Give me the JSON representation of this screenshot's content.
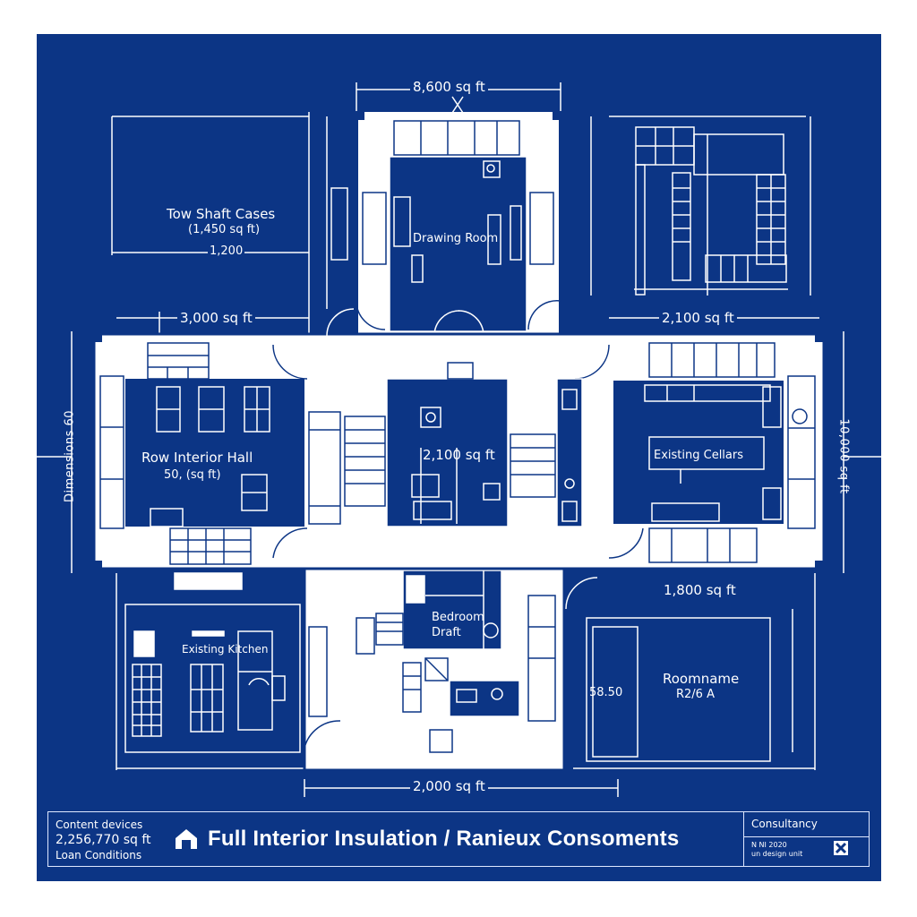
{
  "sheet": {
    "background_color": "#0c3585",
    "line_color": "#ffffff",
    "paper_color": "#ffffff"
  },
  "dimensions": {
    "top_overall": "8,600 sq ft",
    "top_left_room_span": "1,200",
    "left_wing_width": "3,000 sq ft",
    "right_wing_width": "2,100 sq ft",
    "lower_right_width": "1,800 sq ft",
    "bottom_overall": "2,000 sq ft",
    "left_vertical": "Dimensions 60",
    "right_vertical": "10,000 sq ft",
    "lower_right_side": "58.50"
  },
  "rooms": {
    "top_left": {
      "name": "Tow Shaft Cases",
      "area": "(1,450 sq ft)"
    },
    "top_center": {
      "name": "Drawing Room"
    },
    "left": {
      "name": "Row Interior Hall",
      "area": "50, (sq ft)"
    },
    "center": {
      "name": "2,100 sq ft"
    },
    "right": {
      "name": "Existing Cellars"
    },
    "lower_center": {
      "name": "Bedroom",
      "area": "Draft"
    },
    "lower_left": {
      "name": "Existing Kitchen"
    },
    "lower_right": {
      "name": "Roomname",
      "area": "R2/6 A"
    }
  },
  "title_block": {
    "left_line1": "Content devices",
    "left_line2": "2,256,770 sq ft",
    "left_line3": "Loan Conditions",
    "title": "Full Interior Insulation / Ranieux Consoments",
    "logo_icon": "house-icon",
    "right_top": "Consultancy",
    "right_note1": "N NI 2020",
    "right_note2": "un design unit",
    "right_icon": "stamp-icon"
  }
}
